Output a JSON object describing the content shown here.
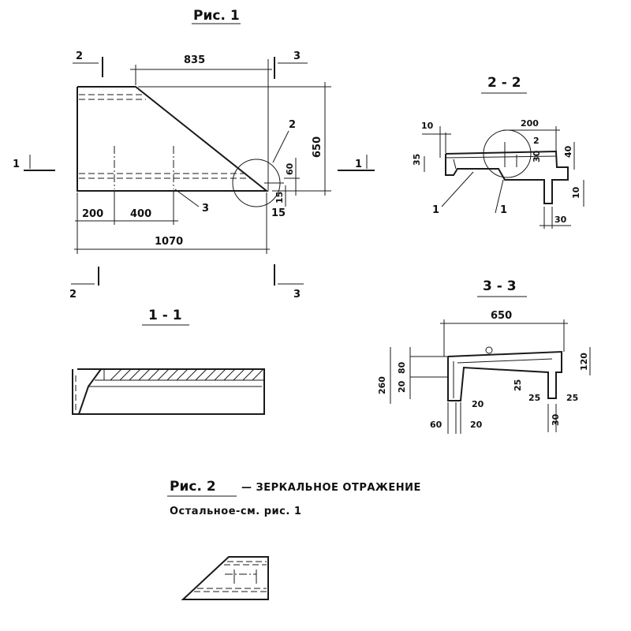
{
  "fig1": {
    "title": "Рис. 1",
    "dims": {
      "top_width": "835",
      "height": "650",
      "d60": "60",
      "d15a": "15",
      "d15b": "15",
      "d200": "200",
      "d400": "400",
      "total": "1070"
    },
    "marks": {
      "sec2": "2",
      "sec3": "3",
      "sec1": "1",
      "detail2": "2",
      "item3": "3"
    }
  },
  "sec11": {
    "title": "1 - 1"
  },
  "sec22": {
    "title": "2 - 2",
    "dims": {
      "d200": "200",
      "d10a": "10",
      "d35": "35",
      "d2": "2",
      "d30a": "30",
      "d40": "40",
      "d10b": "10",
      "d30b": "30"
    },
    "marks": {
      "leader1a": "1",
      "leader1b": "1"
    }
  },
  "sec33": {
    "title": "3 - 3",
    "dims": {
      "d650": "650",
      "d260": "260",
      "d20a": "20",
      "d80": "80",
      "d120": "120",
      "d25a": "25",
      "d25b": "25",
      "d25c": "25",
      "d60": "60",
      "d20b": "20",
      "d20c": "20",
      "d30": "30"
    }
  },
  "fig2": {
    "title": "Рис. 2",
    "note": "— ЗЕРКАЛЬНОЕ ОТРАЖЕНИЕ",
    "note2": "Остальное-см. рис. 1"
  }
}
